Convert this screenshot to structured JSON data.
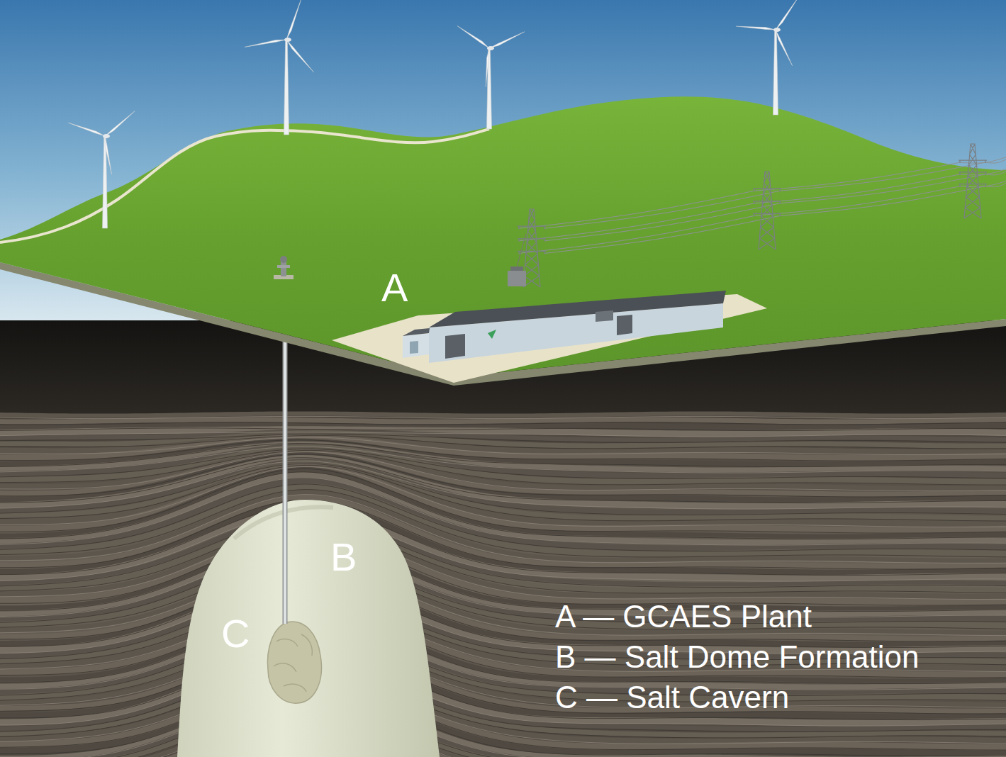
{
  "diagram": {
    "labels": [
      "A",
      "B",
      "C",
      "A — GCAES Plant",
      "B — Salt Dome Formation",
      "C — Salt Cavern"
    ]
  }
}
